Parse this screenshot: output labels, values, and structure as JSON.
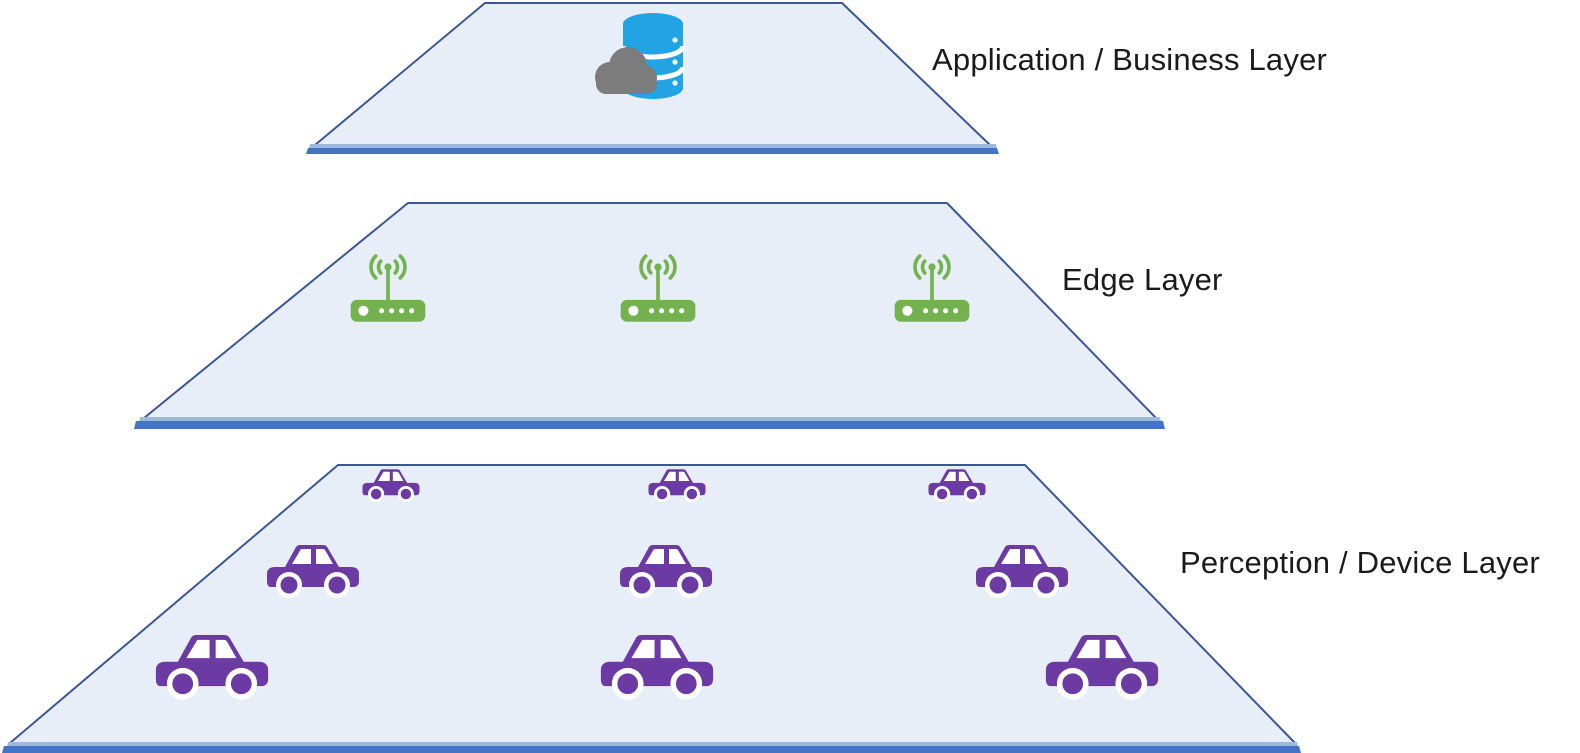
{
  "diagram": {
    "type": "layered-architecture-diagram",
    "layers": [
      {
        "id": "application",
        "label": "Application / Business Layer",
        "icon": "cloud-database-icon",
        "icon_count": 1
      },
      {
        "id": "edge",
        "label": "Edge Layer",
        "icon": "wifi-router-icon",
        "icon_count": 3
      },
      {
        "id": "perception",
        "label": "Perception / Device Layer",
        "icon": "car-icon",
        "icon_count": 9
      }
    ],
    "colors": {
      "plate_fill": "#E8EEF7",
      "plate_outline": "#3A5795",
      "plate_edge_band": "#4472C4",
      "plate_edge_band_light": "#9DB9DF",
      "database_blue": "#21A3E4",
      "cloud_gray": "#7C7C7C",
      "router_green": "#74B14F",
      "car_purple": "#6B3AA2",
      "label_text": "#1A1A1A",
      "background": "#FFFFFF"
    }
  }
}
